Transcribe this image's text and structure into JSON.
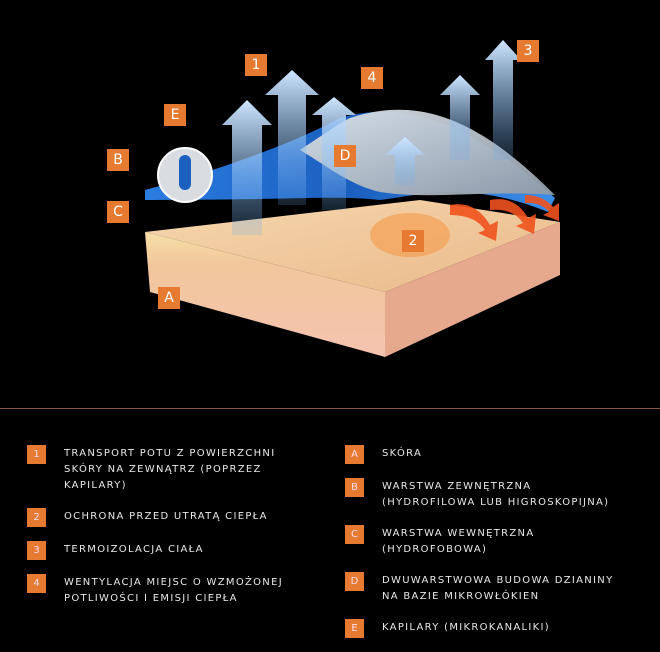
{
  "diagram": {
    "labels": [
      "1",
      "2",
      "3",
      "4",
      "A",
      "B",
      "C",
      "D",
      "E"
    ],
    "colors": {
      "accent": "#e57a30",
      "skin": "#f0c79a",
      "fabric_blue": "#1f6fd0",
      "fabric_gray": "#b9c2cc"
    }
  },
  "legend_left": [
    {
      "key": "1",
      "text": "TRANSPORT POTU Z POWIERZCHNI\nSKÓRY NA ZEWNĄTRZ (POPRZEZ\nKAPILARY)"
    },
    {
      "key": "2",
      "text": "OCHRONA PRZED UTRATĄ CIEPŁA"
    },
    {
      "key": "3",
      "text": "TERMOIZOLACJA CIAŁA"
    },
    {
      "key": "4",
      "text": "WENTYLACJA MIEJSC O WZMOŻONEJ\nPOTLIWOŚCI I EMISJI CIEPŁA"
    }
  ],
  "legend_right": [
    {
      "key": "A",
      "text": "SKÓRA"
    },
    {
      "key": "B",
      "text": "WARSTWA ZEWNĘTRZNA\n(HYDROFILOWA LUB HIGROSKOPIJNA)"
    },
    {
      "key": "C",
      "text": "WARSTWA WEWNĘTRZNA\n(HYDROFOBOWA)"
    },
    {
      "key": "D",
      "text": "DWUWARSTWOWA BUDOWA DZIANINY\nNA BAZIE MIKROWŁÓKIEN"
    },
    {
      "key": "E",
      "text": "KAPILARY (MIKROKANALIKI)"
    }
  ]
}
